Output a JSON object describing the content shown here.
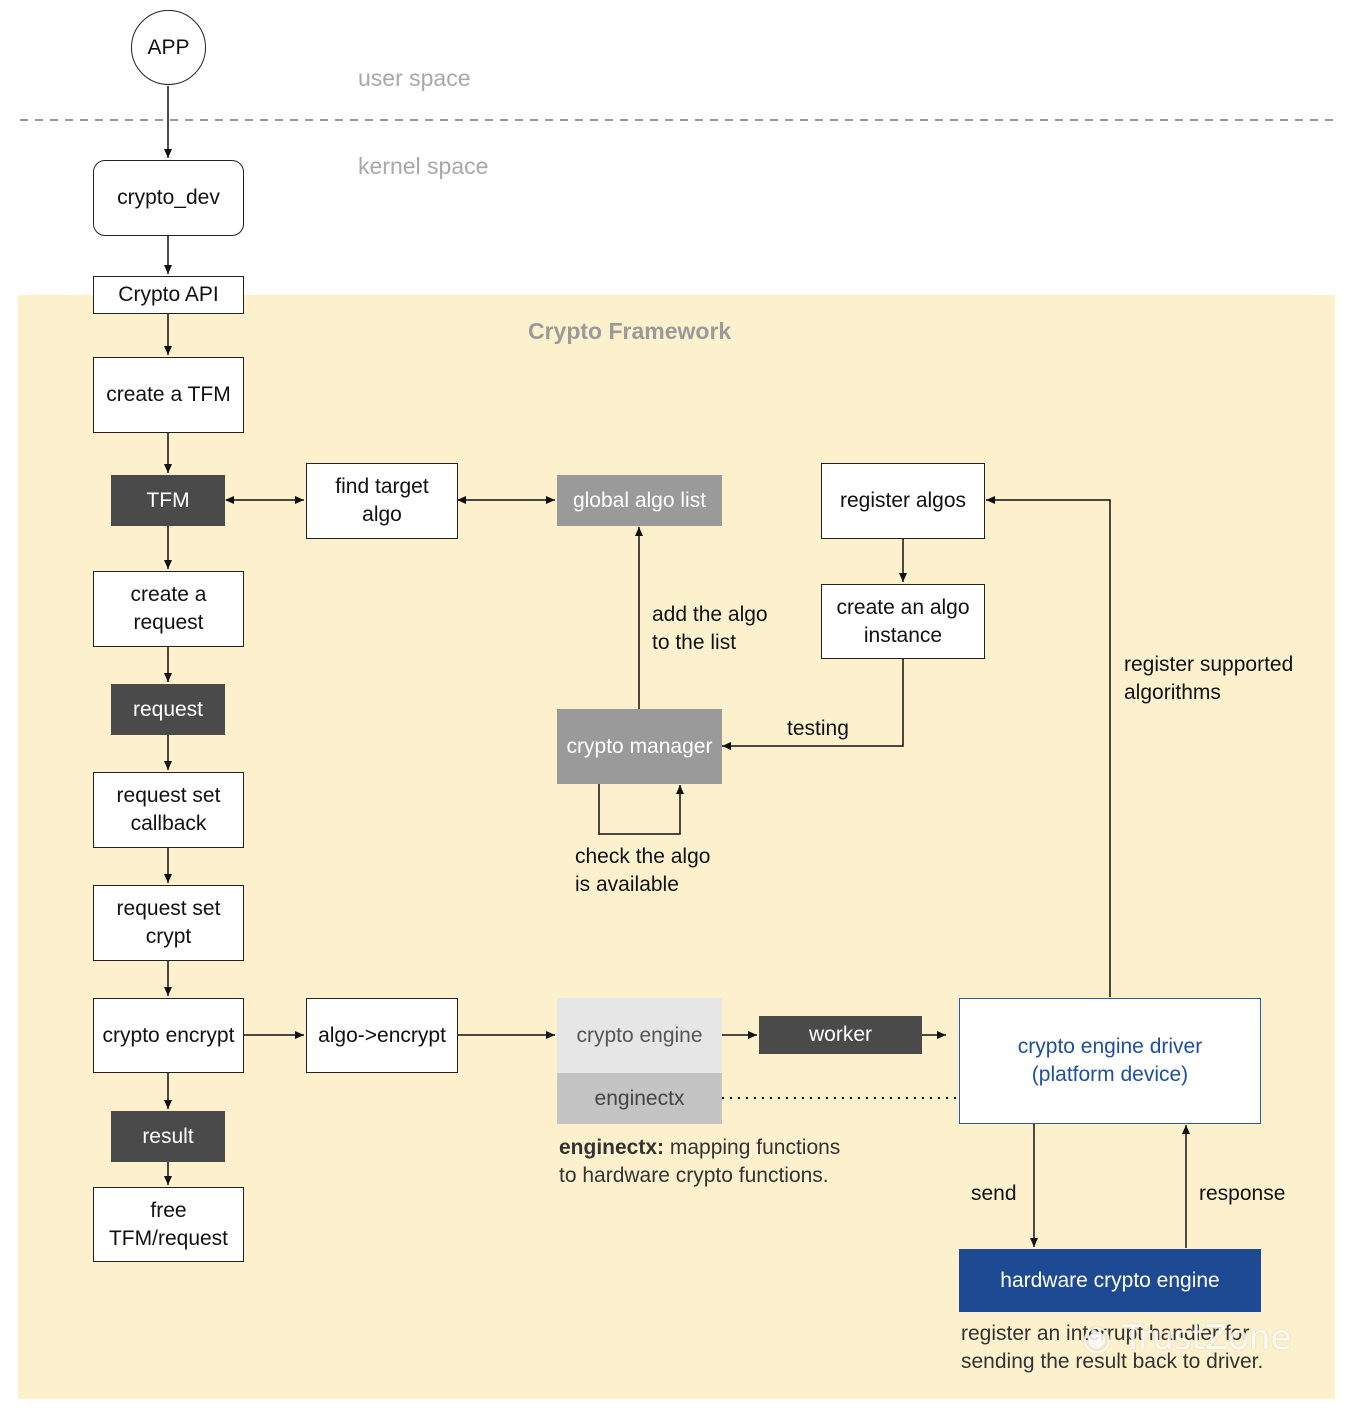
{
  "regions": {
    "user_space": "user space",
    "kernel_space": "kernel space",
    "framework_title": "Crypto Framework"
  },
  "nodes": {
    "app": "APP",
    "crypto_dev": "crypto_dev",
    "crypto_api": "Crypto API",
    "create_tfm": "create a TFM",
    "tfm": "TFM",
    "find_target": "find target\nalgo",
    "global_algo_list": "global algo list",
    "register_algos": "register algos",
    "create_algo_instance": "create an algo\ninstance",
    "create_request": "create a\nrequest",
    "request": "request",
    "crypto_manager": "crypto manager",
    "request_set_callback": "request set\ncallback",
    "request_set_crypt": "request set\ncrypt",
    "crypto_encrypt": "crypto encrypt",
    "algo_encrypt": "algo->encrypt",
    "crypto_engine": "crypto engine",
    "enginectx": "enginectx",
    "worker": "worker",
    "engine_driver": "crypto engine driver\n(platform device)",
    "result": "result",
    "free_tfm": "free\nTFM/request",
    "hw_engine": "hardware crypto engine"
  },
  "labels": {
    "add_algo": "add the algo\nto the list",
    "testing": "testing",
    "check_algo": "check the algo\nis available",
    "register_supported": "register supported\nalgorithms",
    "enginectx_note_bold": "enginectx:",
    "enginectx_note_rest": " mapping functions",
    "enginectx_note_line2": "to hardware crypto functions.",
    "send": "send",
    "response": "response",
    "irq_note": "register an interrupt handler for\nsending the result back to driver."
  },
  "watermark": "TrustZone",
  "colors": {
    "framework_bg": "#fdf1cd",
    "dark_node": "#4a4a4a",
    "grey_node": "#9a9a9a",
    "hw_blue": "#1d4a93",
    "driver_text": "#1f4e9c"
  }
}
